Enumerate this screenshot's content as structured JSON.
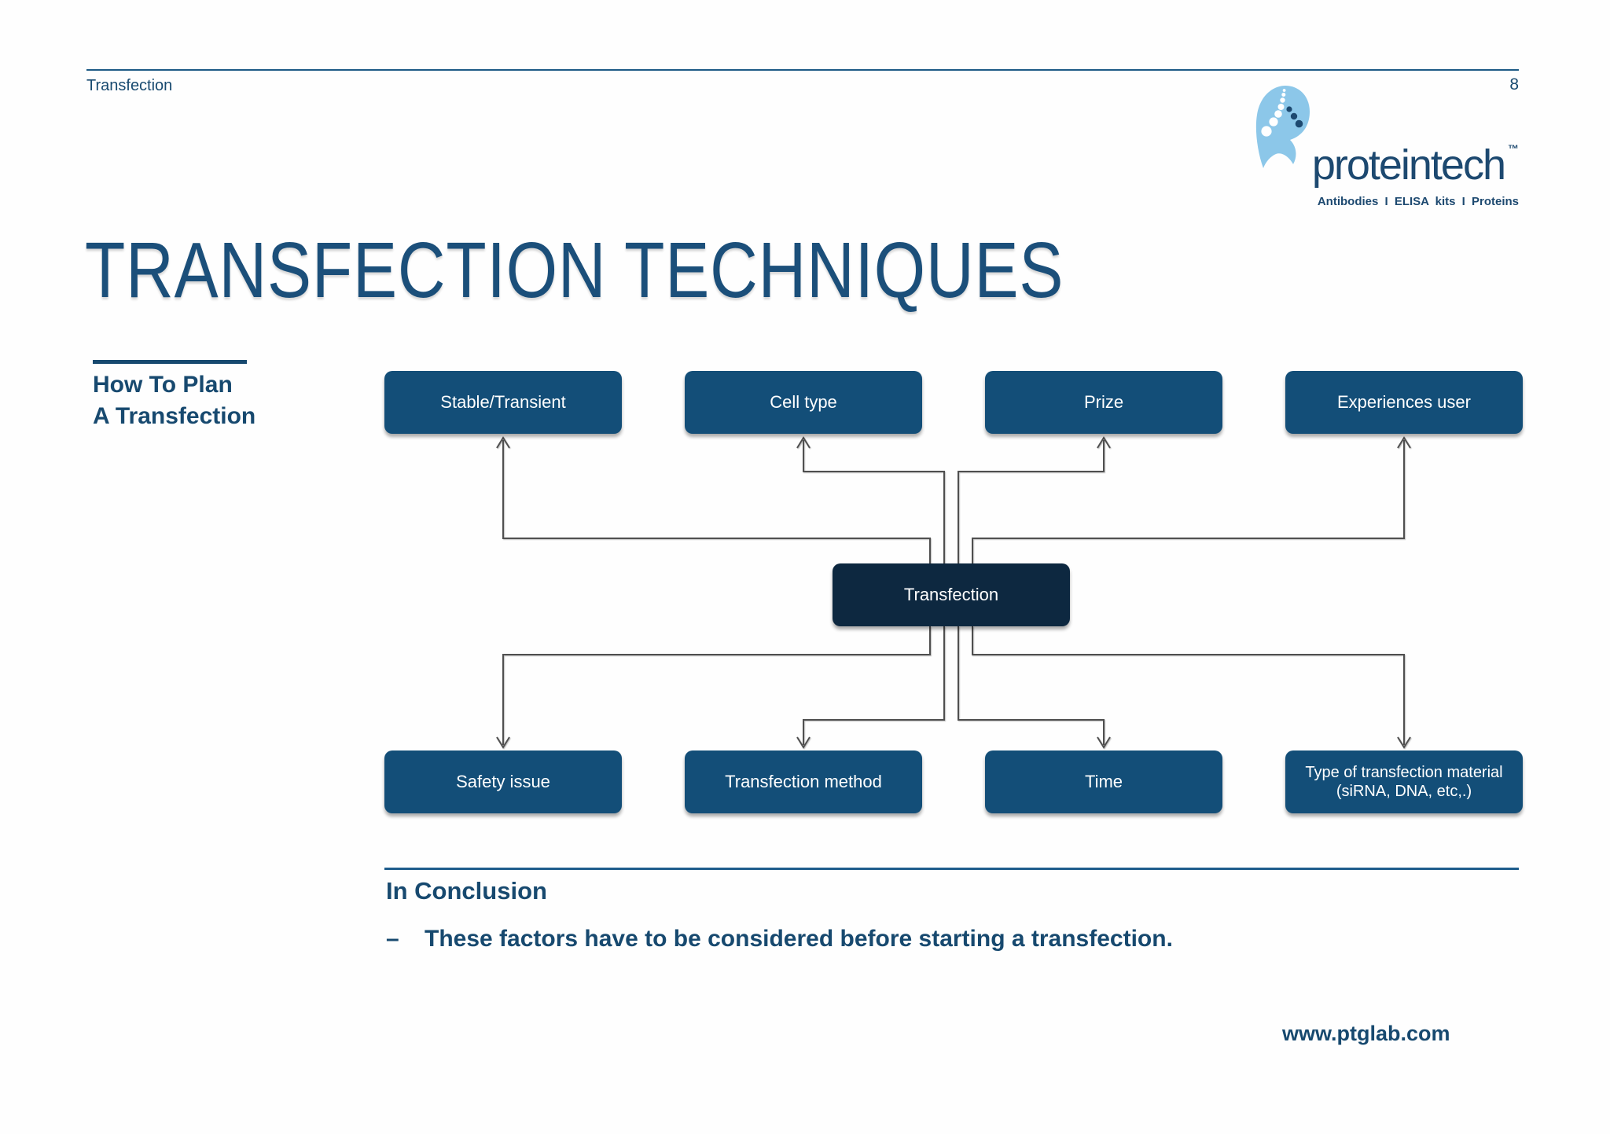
{
  "header": {
    "label": "Transfection",
    "page_number": "8"
  },
  "logo": {
    "brand": "proteintech",
    "trademark": "™",
    "tagline": "Antibodies  I  ELISA kits  I  Proteins"
  },
  "title": "TRANSFECTION TECHNIQUES",
  "section_heading": {
    "line1": "How To Plan",
    "line2": "A Transfection"
  },
  "diagram": {
    "center": "Transfection",
    "top_factors": [
      "Stable/Transient",
      "Cell type",
      "Prize",
      "Experiences user"
    ],
    "bottom_factors": [
      "Safety issue",
      "Transfection method",
      "Time",
      "Type of transfection material (siRNA, DNA, etc,.)"
    ]
  },
  "conclusion": {
    "heading": "In Conclusion",
    "bullet_marker": "–",
    "bullet_text": "These factors have to be considered before starting a transfection."
  },
  "footer": {
    "website": "www.ptglab.com"
  },
  "colors": {
    "accent_dark_blue": "#17496f",
    "box_fill": "#134e78",
    "center_box_fill": "#0d2840",
    "logo_light_blue": "#8cc7e9",
    "logo_navy": "#1d4970",
    "connector_gray": "#4f4f4f",
    "rule_blue": "#1e5c8c"
  }
}
